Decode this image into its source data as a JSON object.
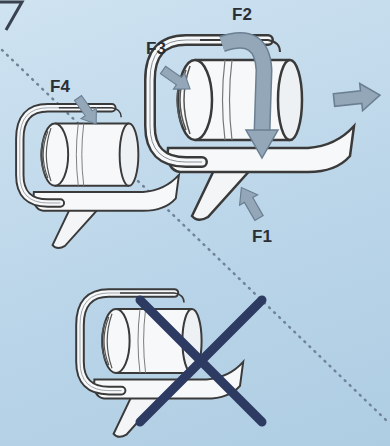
{
  "diagram": {
    "labels": [
      "F2",
      "F3",
      "F4",
      "F1"
    ]
  }
}
